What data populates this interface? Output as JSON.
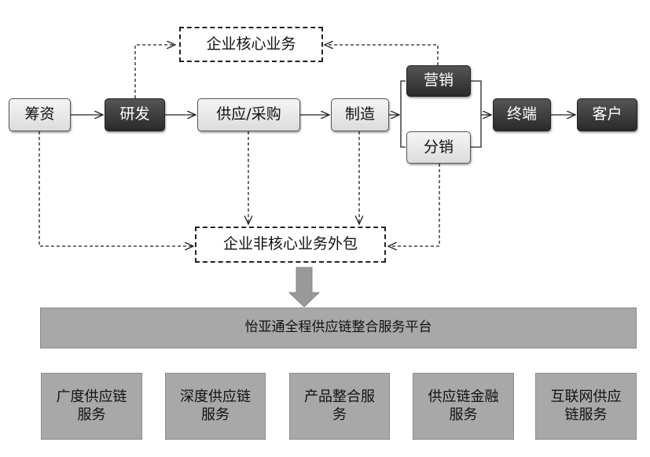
{
  "nodes": {
    "core_business": "企业核心业务",
    "fundraising": "筹资",
    "rnd": "研发",
    "supply_procurement": "供应/采购",
    "manufacturing": "制造",
    "marketing": "营销",
    "distribution": "分销",
    "terminal": "终端",
    "customer": "客户",
    "outsourcing": "企业非核心业务外包"
  },
  "platform": "怡亚通全程供应链整合服务平台",
  "services": [
    {
      "line1": "广度供应链",
      "line2": "服务"
    },
    {
      "line1": "深度供应链",
      "line2": "服务"
    },
    {
      "line1": "产品整合服",
      "line2": "务"
    },
    {
      "line1": "供应链金融",
      "line2": "服务"
    },
    {
      "line1": "互联网供应",
      "line2": "链服务"
    }
  ],
  "colors": {
    "dark_node": "#333333",
    "light_node": "#e8e8e8",
    "platform_bar": "#a8a8a8",
    "arrow": "#222222",
    "down_arrow": "#999999"
  }
}
